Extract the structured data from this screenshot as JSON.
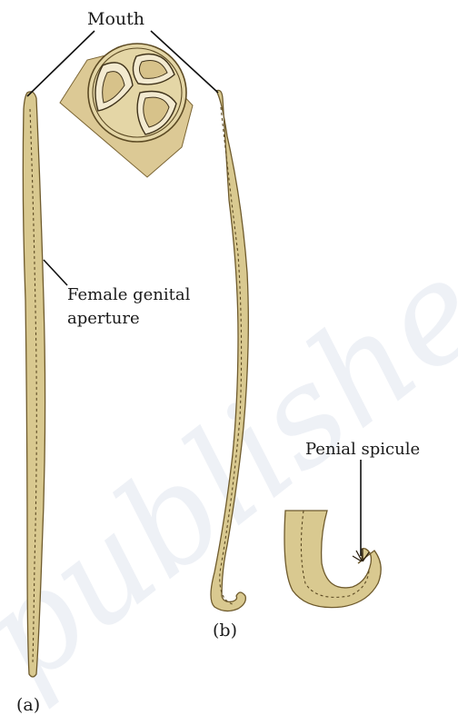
{
  "labels": {
    "mouth": "Mouth",
    "female_genital_aperture_line1": "Female genital",
    "female_genital_aperture_line2": "aperture",
    "penial_spicule": "Penial spicule",
    "panel_a": "(a)",
    "panel_b": "(b)"
  },
  "watermark": "published",
  "colors": {
    "body": "#d9c990",
    "outline": "#6e5a2c",
    "mouth_disc": "#e4d6a6",
    "lip": "#f3ead0"
  },
  "icons": {
    "female_worm": "female-roundworm",
    "male_worm": "male-roundworm",
    "mouth_section": "mouth-cross-section",
    "tail_enlarged": "male-tail-with-spicule"
  }
}
